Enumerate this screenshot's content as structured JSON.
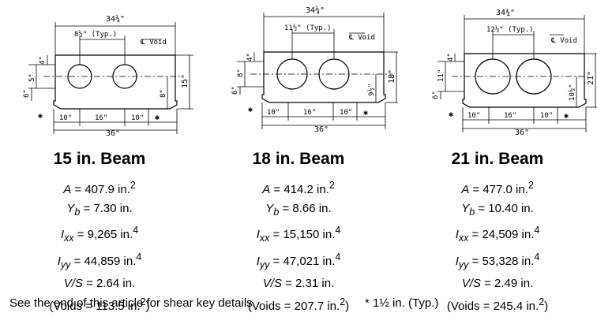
{
  "beams": [
    {
      "title": "15 in. Beam",
      "A": "407.9 in.",
      "A_exp": "2",
      "Yb": "7.30 in.",
      "Ixx": "9,265 in.",
      "Ixx_exp": "4",
      "Iyy": "44,859 in.",
      "Iyy_exp": "4",
      "VS": "2.64 in.",
      "voids_pre": "(Voids = 113.5 in.",
      "voids_exp": "2",
      "voids_post": ")",
      "dims": {
        "top_width": "34¾\"",
        "spacing": "8½\" (Typ.)",
        "void_label": "℄ Void",
        "left_upper": "4\"",
        "left_mid": "5\"",
        "left_lower": "6\"",
        "right_void": "8\"",
        "height": "15\"",
        "bottom_left": "10\"",
        "bottom_mid": "16\"",
        "bottom_right": "10\"",
        "overall": "36\""
      }
    },
    {
      "title": "18 in. Beam",
      "A": "414.2 in.",
      "A_exp": "2",
      "Yb": "8.66 in.",
      "Ixx": "15,150 in.",
      "Ixx_exp": "4",
      "Iyy": "47,021 in.",
      "Iyy_exp": "4",
      "VS": "2.31 in.",
      "voids_pre": "(Voids = 207.7 in.",
      "voids_exp": "2",
      "voids_post": ")",
      "dims": {
        "top_width": "34¾\"",
        "spacing": "11½\" (Typ.)",
        "void_label": "℄ Void",
        "left_upper": "4\"",
        "left_mid": "8\"",
        "left_lower": "6\"",
        "right_void": "9½\"",
        "height": "18\"",
        "bottom_left": "10\"",
        "bottom_mid": "16\"",
        "bottom_right": "10\"",
        "overall": "36\""
      }
    },
    {
      "title": "21 in. Beam",
      "A": "477.0 in.",
      "A_exp": "2",
      "Yb": "10.40 in.",
      "Ixx": "24,509 in.",
      "Ixx_exp": "4",
      "Iyy": "53,328 in.",
      "Iyy_exp": "4",
      "VS": "2.49 in.",
      "voids_pre": "(Voids = 245.4 in.",
      "voids_exp": "2",
      "voids_post": ")",
      "dims": {
        "top_width": "34¾\"",
        "spacing": "12½\" (Typ.)",
        "void_label": "℄ Void",
        "left_upper": "4\"",
        "left_mid": "11\"",
        "left_lower": "6\"",
        "right_void": "10½\"",
        "height": "21\"",
        "bottom_left": "10\"",
        "bottom_mid": "16\"",
        "bottom_right": "10\"",
        "overall": "36\""
      }
    }
  ],
  "footer": {
    "note": "See the end of this article for shear key details.",
    "typ": "* 1½ in. (Typ.)"
  }
}
